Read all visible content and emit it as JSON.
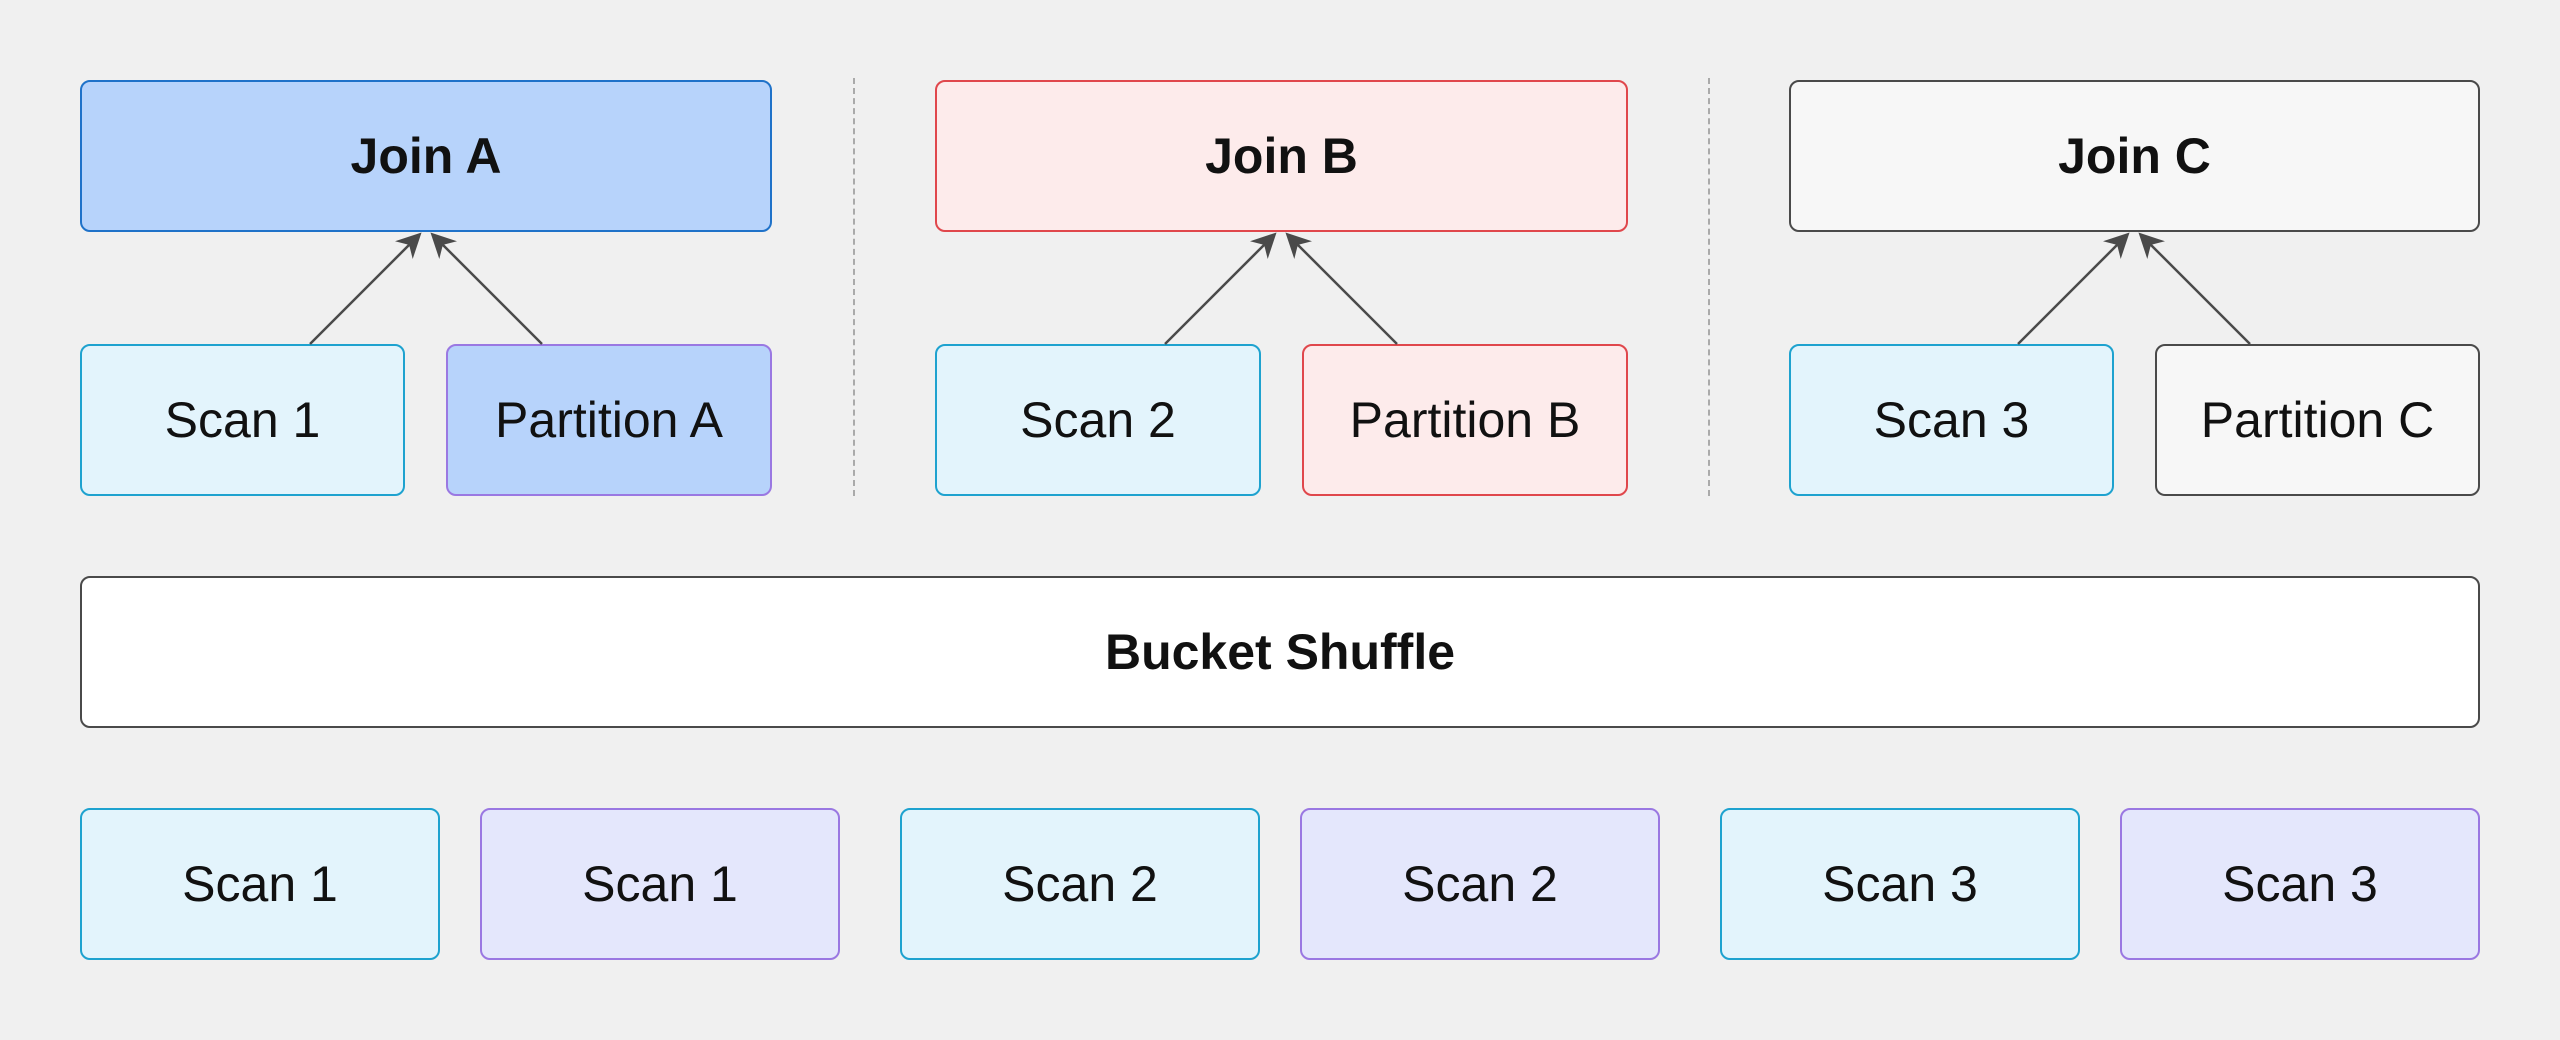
{
  "groups": [
    {
      "join": "Join A",
      "scan": "Scan 1",
      "partition": "Partition A"
    },
    {
      "join": "Join B",
      "scan": "Scan 2",
      "partition": "Partition B"
    },
    {
      "join": "Join C",
      "scan": "Scan 3",
      "partition": "Partition C"
    }
  ],
  "shuffle": {
    "label": "Bucket Shuffle"
  },
  "bottom_scans": [
    "Scan 1",
    "Scan 1",
    "Scan 2",
    "Scan 2",
    "Scan 3",
    "Scan 3"
  ],
  "colors": {
    "background": "#f0f0f0",
    "join_a_fill": "#b7d3fb",
    "join_a_border": "#1f72c9",
    "join_b_fill": "#fdebeb",
    "join_b_border": "#e0474c",
    "join_c_fill": "#f7f7f7",
    "join_c_border": "#4a4a4a",
    "scan_fill": "#e3f4fc",
    "scan_border": "#1ea2cf",
    "replica_fill": "#e4e7fc",
    "replica_border": "#9a78e2",
    "arrow": "#4a4a4a"
  }
}
